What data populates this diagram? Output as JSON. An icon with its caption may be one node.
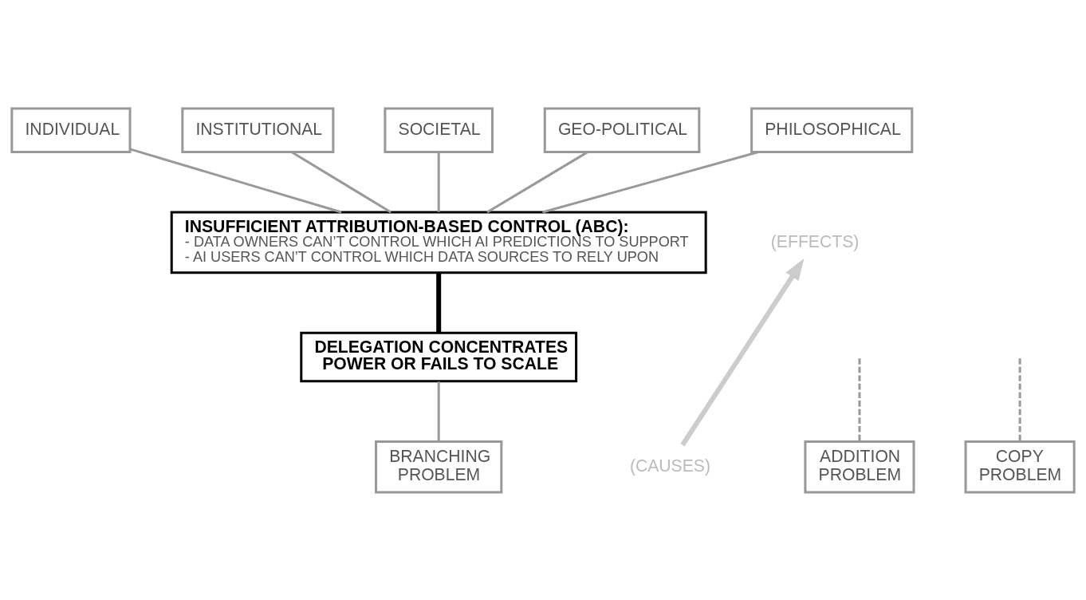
{
  "diagram": {
    "nodes": [
      {
        "text": [
          "INDIVIDUAL"
        ]
      },
      {
        "text": [
          "INSTITUTIONAL"
        ]
      },
      {
        "text": [
          "SOCIETAL"
        ]
      },
      {
        "text": [
          "GEO-POLITICAL"
        ]
      },
      {
        "text": [
          "PHILOSOPHICAL"
        ]
      },
      {
        "text": [
          "(EFFECTS)"
        ]
      },
      {
        "text": [
          "INSUFFICIENT ATTRIBUTION-BASED CONTROL (ABC):",
          "- DATA OWNERS CAN’T CONTROL WHICH AI PREDICTIONS TO SUPPORT",
          "- AI USERS CAN’T CONTROL WHICH DATA SOURCES TO RELY UPON"
        ]
      },
      {
        "text": [
          "DELEGATION CONCENTRATES POWER OR FAILS TO SCALE"
        ]
      },
      {
        "text": [
          "(CAUSES)"
        ]
      },
      {
        "text": [
          "ADDITION PROBLEM"
        ]
      },
      {
        "text": [
          "COPY PROBLEM"
        ]
      },
      {
        "text": [
          "BRANCHING PROBLEM"
        ]
      }
    ],
    "edges": [
      {
        "from": 0,
        "to": 6,
        "arrow": "none"
      },
      {
        "from": 1,
        "to": 6,
        "arrow": "none"
      },
      {
        "from": 2,
        "to": 6,
        "arrow": "none"
      },
      {
        "from": 3,
        "to": 6,
        "arrow": "none"
      },
      {
        "from": 4,
        "to": 6,
        "arrow": "none"
      },
      {
        "from": 6,
        "to": 7,
        "arrow": "none",
        "style": "thick",
        "color": "#000000"
      },
      {
        "from": 7,
        "to": 11,
        "arrow": "none"
      },
      {
        "from": null,
        "to": 9,
        "arrow": "none",
        "style": "dashed"
      },
      {
        "from": null,
        "to": 10,
        "arrow": "none",
        "style": "dashed"
      },
      {
        "from": 8,
        "to": 5,
        "arrow": "to",
        "style": "thick",
        "color": "#cccccc"
      }
    ]
  }
}
